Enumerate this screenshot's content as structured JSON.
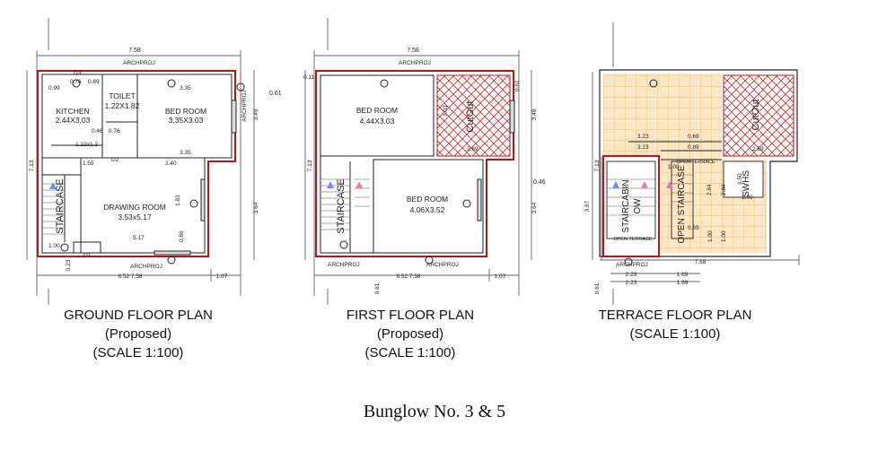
{
  "colors": {
    "wall": "#c0111a",
    "line": "#222222",
    "hatch": "#d22b2b",
    "tile": "#f2c98a",
    "arrow_up": "#6f8fe0",
    "arrow_dn": "#e07fb8"
  },
  "plans": [
    {
      "caption": [
        "GROUND FLOOR PLAN",
        "(Proposed)",
        "(SCALE 1:100)"
      ],
      "watermark": "ARCHPROJ",
      "dims": {
        "top": "7.58",
        "left": "7.13",
        "right_top": "3.49",
        "right_bottom": "3.64",
        "offset": "0.61",
        "bottom": "6.52 7.58",
        "bottom_right": "1.07",
        "bottom_left": "0.23"
      },
      "rooms": [
        {
          "name": "KITCHEN",
          "size": "2.44X3.03"
        },
        {
          "name": "TOILET",
          "size": "1.22X1.82"
        },
        {
          "name": "BED ROOM",
          "size": "3.35X3.03"
        },
        {
          "name": "DRAWING ROOM",
          "size": "3.53x5.17"
        },
        {
          "name": "STAIRCASE",
          "size": ""
        }
      ],
      "labels": {
        "d3": "D3",
        "d2": "D2",
        "d1": "D1",
        "w": "0.99",
        "w2": "0.76",
        "w3": "0.69",
        "n335": "3.35",
        "n103": "1.03",
        "n303": "3.03",
        "n240": "2.40",
        "n155": "1.55",
        "n517": "5.17",
        "n183": "1.83",
        "n100": "1.00",
        "n122": "1.22x1.2",
        "n086": "0.86",
        "n076": "0.76",
        "n046": "0.46"
      }
    },
    {
      "caption": [
        "FIRST FLOOR PLAN",
        "(Proposed)",
        "(SCALE 1:100)"
      ],
      "watermark": "ARCHPROJ",
      "dims": {
        "top": "7.58",
        "left": "7.13",
        "right_top": "3.49",
        "right_bottom": "3.64",
        "offset": "0.46",
        "bottom": "6.52 7.58",
        "bottom_right": "1.07",
        "bottom_left": "0.61"
      },
      "rooms": [
        {
          "name": "BED ROOM",
          "size": "4.44X3.03"
        },
        {
          "name": "CutOut",
          "size": ""
        },
        {
          "name": "BED ROOM",
          "size": "4.06X3.52"
        },
        {
          "name": "STAIRCASE",
          "size": ""
        }
      ],
      "labels": {
        "n303": "3.03",
        "n269": "2.69",
        "n011": "0.11",
        "n061": "0.61"
      }
    },
    {
      "caption": [
        "TERRACE FLOOR PLAN",
        "(SCALE 1:100)"
      ],
      "watermark": "ARCHPROJ",
      "dims": {
        "top": "7.58",
        "left": "7.13",
        "left2": "3.87",
        "bottom_left": "0.61",
        "bottom_a": "2.23",
        "bottom_b": "1.69"
      },
      "rooms": [
        {
          "name": "CutOut",
          "size": ""
        },
        {
          "name": "STAIRCABIN",
          "size": ""
        },
        {
          "name": "OW",
          "size": ""
        },
        {
          "name": "OPEN STAIRCASE",
          "size": ""
        },
        {
          "name": "SWHS",
          "size": ""
        },
        {
          "name": "OPEN TERRACE",
          "size": ""
        },
        {
          "name": "OPEN TERRACE",
          "size": ""
        }
      ],
      "labels": {
        "n323": "3.23",
        "n069": "0.69",
        "n284": "2.84",
        "n150": "1.50",
        "n100": "1.00",
        "n269": "2.69",
        "n089": "0.89"
      }
    }
  ],
  "footer": "Bunglow No. 3 & 5"
}
